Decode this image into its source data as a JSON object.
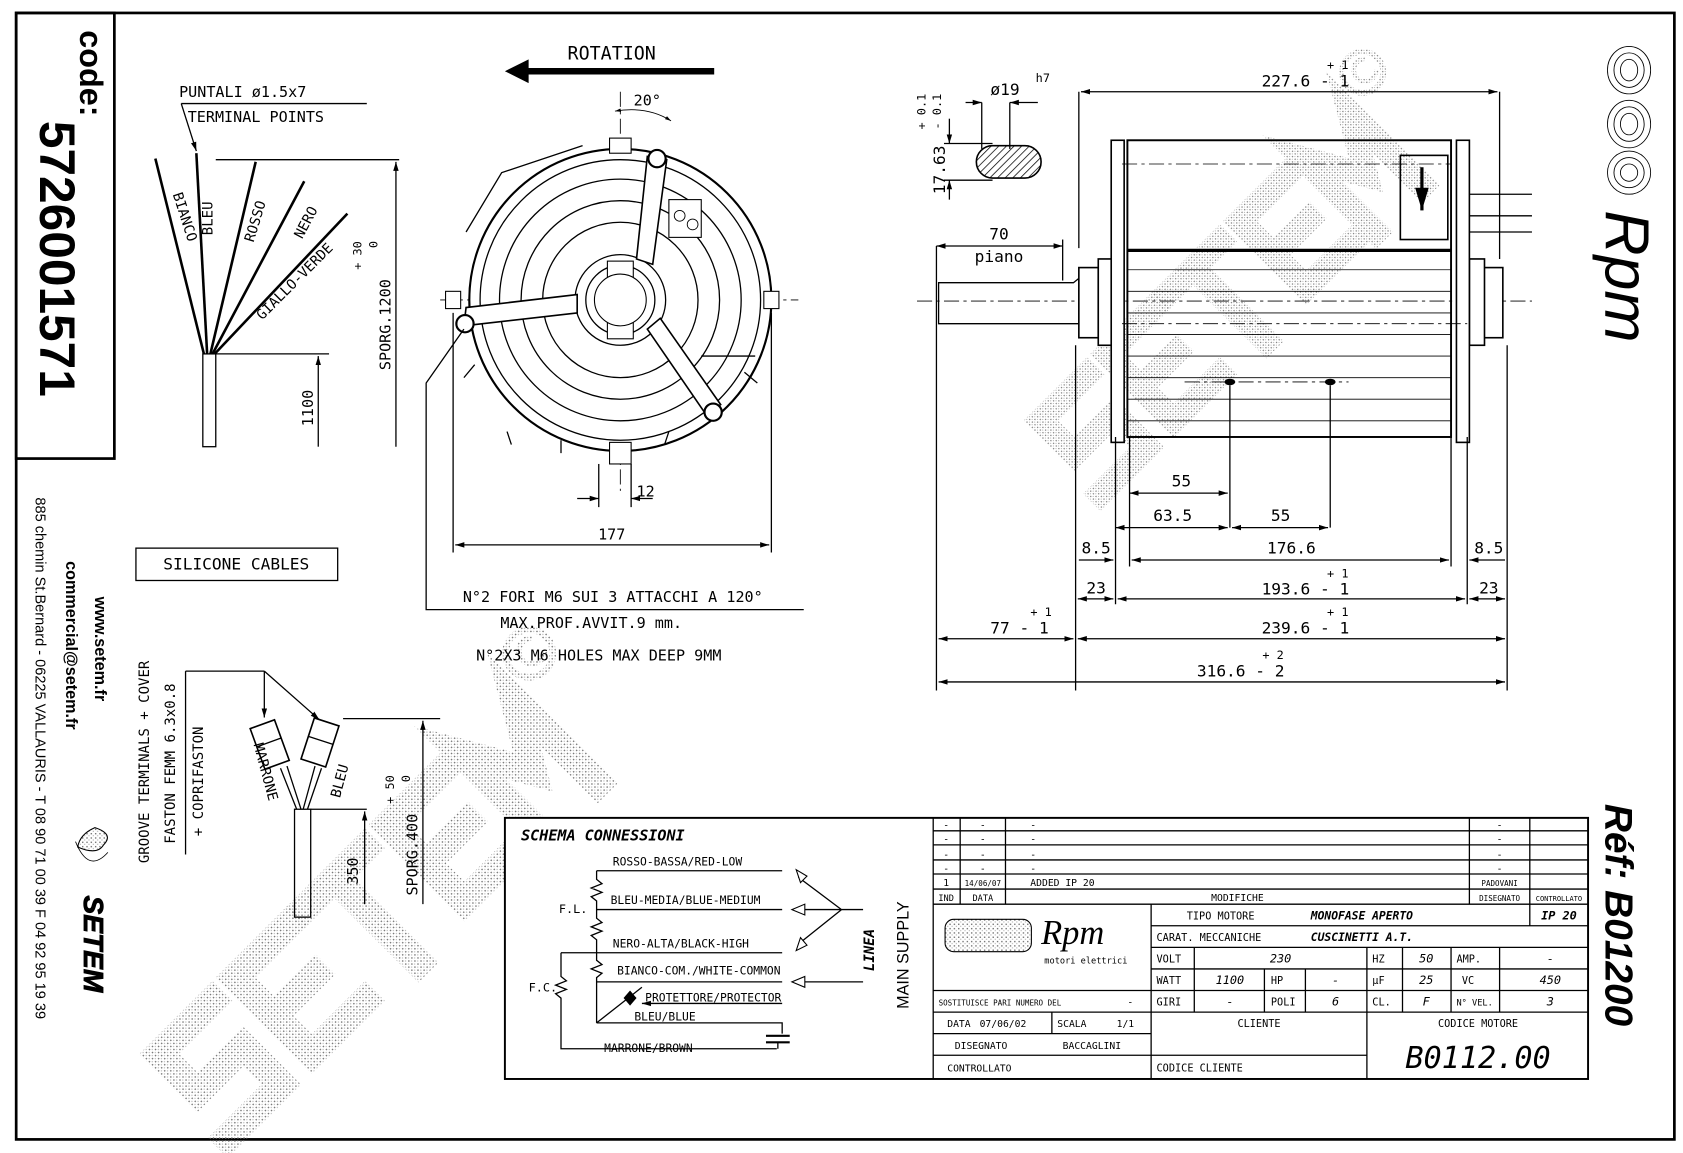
{
  "code_box": {
    "label": "code:",
    "number": "5726001571"
  },
  "contact": {
    "website": "www.setem.fr",
    "email": "commercial@setem.fr",
    "address": "885 chemin St.Bernard - 06225 VALLAURIS - T 08 90 71 00 39  F 04 92 95 19 39",
    "brand": "SETEM"
  },
  "watermark": {
    "text": "SETEM",
    "symbol": "©"
  },
  "wire_diagram": {
    "terminal_label_it": "PUNTALI ø1.5x7",
    "terminal_label_en": "TERMINAL POINTS",
    "wires": [
      "BIANCO",
      "BLEU",
      "ROSSO",
      "NERO",
      "GIALLO-VERDE"
    ],
    "dim_1100": "1100",
    "sporg_main": "SPORG.1200",
    "sporg_tol_plus": "+ 30",
    "sporg_tol_minus": "0",
    "silicone_label": "SILICONE CABLES"
  },
  "capacitor_cable": {
    "groove_label": "GROOVE TERMINALS + COVER",
    "faston_label": "FASTON FEMM 6.3x0.8",
    "cover_label": "+ COPRIFASTON",
    "wires": [
      "MARRONE",
      "BLEU"
    ],
    "dim_350": "350",
    "sporg_main": "SPORG.400",
    "sporg_tol_plus": "+ 50",
    "sporg_tol_minus": "0"
  },
  "front_view": {
    "rotation_label": "ROTATION",
    "angle": "20°",
    "dim_12": "12",
    "dim_177": "177",
    "note_it_1": "N°2 FORI M6 SUI 3 ATTACCHI A 120°",
    "note_it_2": "MAX.PROF.AVVIT.9 mm.",
    "note_en": "N°2X3 M6 HOLES MAX DEEP 9MM"
  },
  "side_view": {
    "shaft_dia": "ø19",
    "shaft_fit": "h7",
    "flat_dim": "17.63",
    "flat_tol_plus": "+ 0.1",
    "flat_tol_minus": "- 0.1",
    "flat_len": "70",
    "flat_label": "piano",
    "dims": {
      "d227": "227.6 - 1",
      "d227_plus": "+ 1",
      "d55a": "55",
      "d63": "63.5",
      "d55b": "55",
      "d8a": "8.5",
      "d176": "176.6",
      "d8b": "8.5",
      "d23a": "23",
      "d193": "193.6 - 1",
      "d193_plus": "+ 1",
      "d23b": "23",
      "d77": "77 - 1",
      "d77_plus": "+ 1",
      "d239": "239.6 - 1",
      "d239_plus": "+ 1",
      "d316": "316.6 - 2",
      "d316_plus": "+ 2"
    }
  },
  "brand_right": {
    "logo": "Rpm",
    "ref": "Réf: B01200"
  },
  "schema": {
    "title": "SCHEMA CONNESSIONI",
    "lines": [
      "ROSSO-BASSA/RED-LOW",
      "BLEU-MEDIA/BLUE-MEDIUM",
      "NERO-ALTA/BLACK-HIGH",
      "BIANCO-COM./WHITE-COMMON",
      "PROTETTORE/PROTECTOR",
      "BLEU/BLUE",
      "MARRONE/BROWN"
    ],
    "fl": "F.L.",
    "fc": "F.C.",
    "linea": "LINEA",
    "main_supply": "MAIN SUPPLY"
  },
  "title_block": {
    "revisions": [
      {
        "ind": "-",
        "data": "-",
        "mod": "-",
        "dis": "-",
        "ctrl": ""
      },
      {
        "ind": "-",
        "data": "-",
        "mod": "-",
        "dis": "-",
        "ctrl": ""
      },
      {
        "ind": "-",
        "data": "-",
        "mod": "-",
        "dis": "-",
        "ctrl": ""
      },
      {
        "ind": "-",
        "data": "-",
        "mod": "-",
        "dis": "-",
        "ctrl": ""
      },
      {
        "ind": "1",
        "data": "14/06/07",
        "mod": "ADDED IP 20",
        "dis": "PADOVANI",
        "ctrl": ""
      }
    ],
    "headers": {
      "ind": "IND",
      "data": "DATA",
      "mod": "MODIFICHE",
      "dis": "DISEGNATO",
      "ctrl": "CONTROLLATO"
    },
    "logo": "Rpm",
    "logo_sub": "motori elettrici",
    "tipo_motore_label": "TIPO MOTORE",
    "tipo_motore": "MONOFASE APERTO",
    "ip": "IP 20",
    "carat_label": "CARAT. MECCANICHE",
    "carat": "CUSCINETTI A.T.",
    "volt_label": "VOLT",
    "volt": "230",
    "hz_label": "HZ",
    "hz": "50",
    "amp_label": "AMP.",
    "amp": "-",
    "watt_label": "WATT",
    "watt": "1100",
    "hp_label": "HP",
    "hp": "-",
    "uf_label": "µF",
    "uf": "25",
    "vc_label": "VC",
    "vc": "450",
    "giri_label": "GIRI",
    "giri": "-",
    "poli_label": "POLI",
    "poli": "6",
    "cl_label": "CL.",
    "cl": "F",
    "vel_label": "N° VEL.",
    "vel": "3",
    "sostituisce_label": "SOSTITUISCE PARI NUMERO DEL",
    "sostituisce": "-",
    "data_label": "DATA",
    "data": "07/06/02",
    "scala_label": "SCALA",
    "scala": "1/1",
    "disegnato_label": "DISEGNATO",
    "disegnato": "BACCAGLINI",
    "controllato_label": "CONTROLLATO",
    "cliente_label": "CLIENTE",
    "codice_cliente_label": "CODICE CLIENTE",
    "codice_motore_label": "CODICE MOTORE",
    "codice_motore": "B0112.00"
  }
}
